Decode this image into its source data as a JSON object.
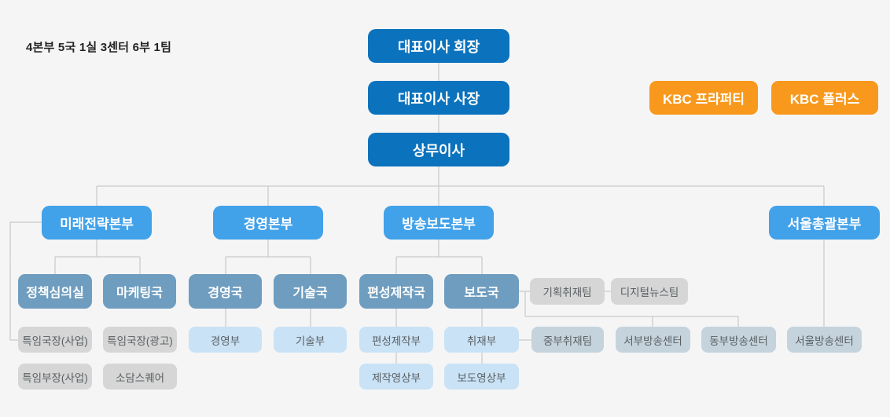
{
  "summary_label": "4본부 5국 1실 3센터 6부 1팀",
  "colors": {
    "background": "#f5f5f6",
    "line": "#c9c9c9",
    "executive_box": "#0b72bd",
    "division_box": "#41a1e9",
    "bureau_box": "#6f9dbf",
    "department_box": "#c9e2f5",
    "team_gray_box": "#d6d6d6",
    "center_box": "#c5d3dc",
    "affiliate_box": "#f8991d"
  },
  "executives": [
    {
      "label": "대표이사 회장"
    },
    {
      "label": "대표이사 사장"
    },
    {
      "label": "상무이사"
    }
  ],
  "affiliates": [
    {
      "label": "KBC 프라퍼티"
    },
    {
      "label": "KBC 플러스"
    }
  ],
  "divisions": [
    {
      "label": "미래전략본부"
    },
    {
      "label": "경영본부"
    },
    {
      "label": "방송보도본부"
    },
    {
      "label": "서울총괄본부"
    }
  ],
  "bureaus": [
    {
      "label": "정책심의실"
    },
    {
      "label": "마케팅국"
    },
    {
      "label": "경영국"
    },
    {
      "label": "기술국"
    },
    {
      "label": "편성제작국"
    },
    {
      "label": "보도국"
    }
  ],
  "news_teams": [
    {
      "label": "기획취재팀"
    },
    {
      "label": "디지털뉴스팀"
    }
  ],
  "special_units": [
    {
      "label": "특임국장(사업)"
    },
    {
      "label": "특임국장(광고)"
    },
    {
      "label": "특임부장(사업)"
    },
    {
      "label": "소담스퀘어"
    }
  ],
  "departments": [
    {
      "label": "경영부"
    },
    {
      "label": "기술부"
    },
    {
      "label": "편성제작부"
    },
    {
      "label": "취재부"
    },
    {
      "label": "제작영상부"
    },
    {
      "label": "보도영상부"
    }
  ],
  "centers": [
    {
      "label": "중부취재팀"
    },
    {
      "label": "서부방송센터"
    },
    {
      "label": "동부방송센터"
    },
    {
      "label": "서울방송센터"
    }
  ]
}
